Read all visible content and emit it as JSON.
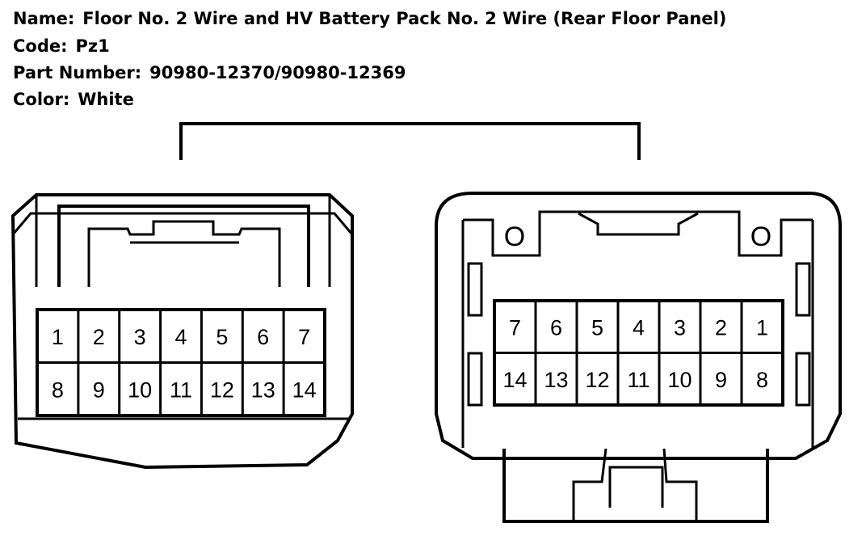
{
  "info": {
    "name_label": "Name:",
    "name_value": "Floor No. 2 Wire and HV Battery Pack No. 2 Wire (Rear Floor Panel)",
    "code_label": "Code:",
    "code_value": "Pz1",
    "part_label": "Part Number:",
    "part_value": "90980-12370/90980-12369",
    "color_label": "Color:",
    "color_value": "White"
  },
  "left_connector": {
    "top_row": [
      "1",
      "2",
      "3",
      "4",
      "5",
      "6",
      "7"
    ],
    "bottom_row": [
      "8",
      "9",
      "10",
      "11",
      "12",
      "13",
      "14"
    ]
  },
  "right_connector": {
    "top_row": [
      "7",
      "6",
      "5",
      "4",
      "3",
      "2",
      "1"
    ],
    "bottom_row": [
      "14",
      "13",
      "12",
      "11",
      "10",
      "9",
      "8"
    ],
    "lock_marks": [
      "O",
      "O"
    ]
  },
  "colors": {
    "line": "#000000",
    "background": "#ffffff"
  }
}
